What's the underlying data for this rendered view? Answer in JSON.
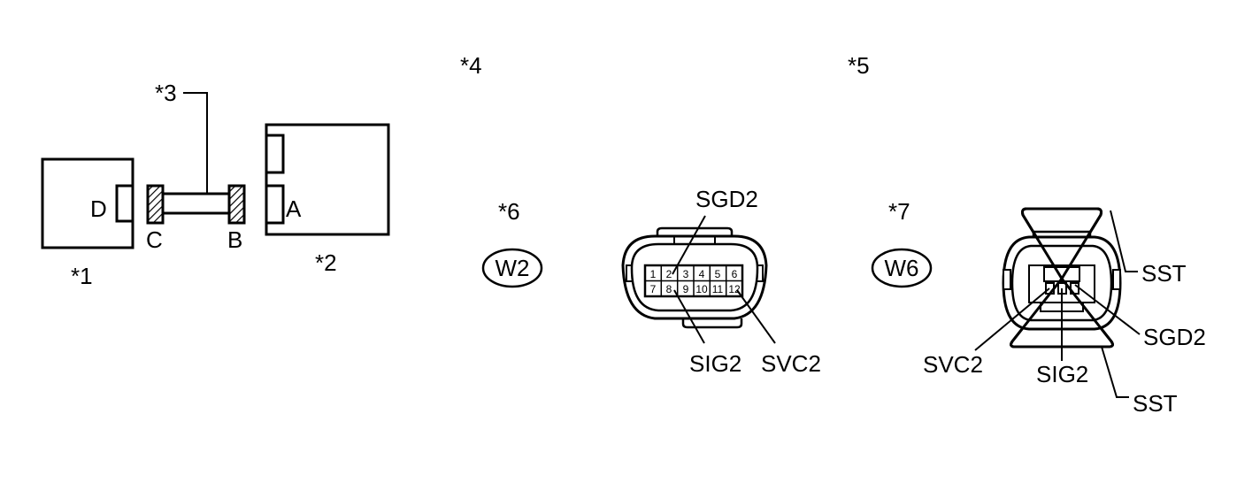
{
  "callouts": {
    "c1": "*1",
    "c2": "*2",
    "c3": "*3",
    "c4": "*4",
    "c5": "*5",
    "c6": "*6",
    "c7": "*7"
  },
  "connector_letters": {
    "a": "A",
    "b": "B",
    "c": "C",
    "d": "D"
  },
  "connector_ids": {
    "left": "W2",
    "right": "W6"
  },
  "terminal_labels": {
    "left_sgd2": "SGD2",
    "left_sig2": "SIG2",
    "left_svc2": "SVC2",
    "right_sst_top": "SST",
    "right_sgd2": "SGD2",
    "right_svc2": "SVC2",
    "right_sig2": "SIG2",
    "right_sst_bottom": "SST"
  },
  "pins": {
    "row1": [
      "1",
      "2",
      "3",
      "4",
      "5",
      "6"
    ],
    "row2": [
      "7",
      "8",
      "9",
      "10",
      "11",
      "12"
    ]
  },
  "colors": {
    "line": "#000000",
    "background": "#ffffff"
  }
}
